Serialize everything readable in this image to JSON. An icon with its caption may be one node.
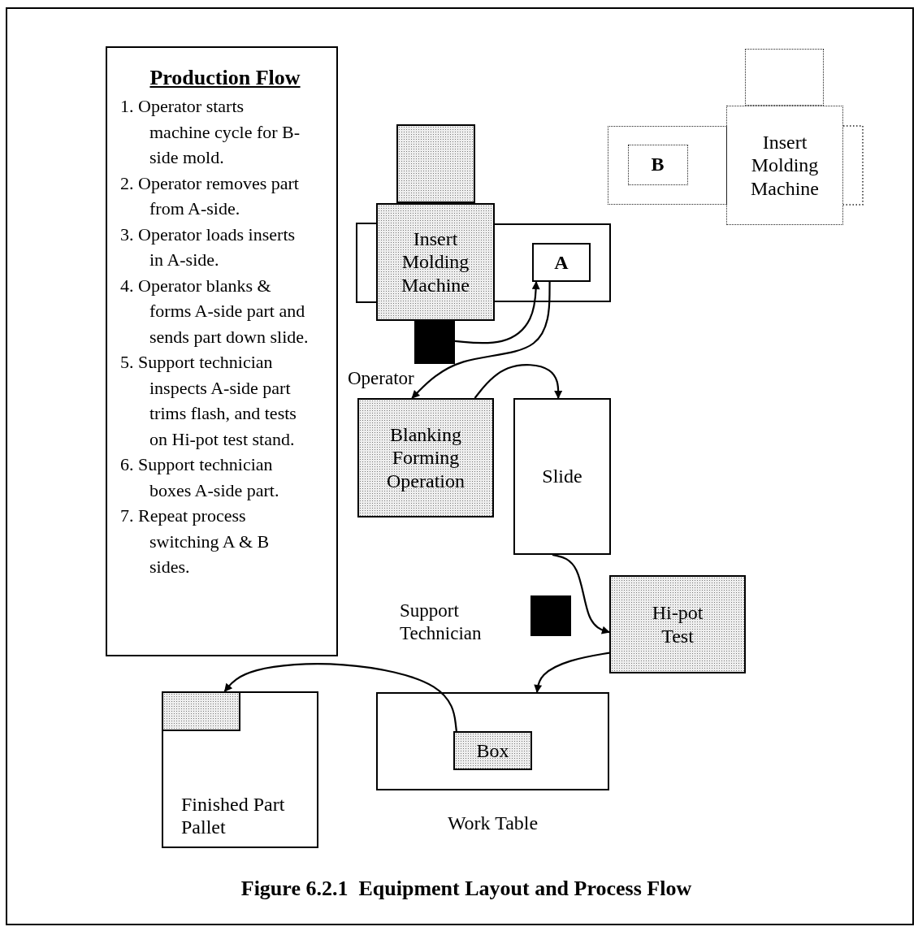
{
  "diagram": {
    "caption": "Figure 6.2.1  Equipment Layout and Process Flow",
    "nodes": [
      {
        "text": [
          "Production Flow",
          "1. Operator starts machine cycle for B-side mold.",
          "2. Operator removes part from A-side.",
          "3. Operator loads inserts in A-side.",
          "4. Operator blanks & forms A-side part and sends part down slide.",
          "5. Support technician inspects A-side part trims flash, and tests on Hi-pot test stand.",
          "6. Support technician boxes A-side part.",
          "7. Repeat process switching A & B sides."
        ]
      },
      {
        "text": [],
        "shape": "box"
      },
      {
        "text": [
          "Insert Molding Machine"
        ]
      },
      {
        "text": [],
        "shape": "box"
      },
      {
        "text": [
          "A"
        ],
        "in": 1
      },
      {
        "text": [],
        "shape": "box"
      },
      {
        "text": [
          "Blanking Forming Operation"
        ]
      },
      {
        "text": [
          "Slide"
        ]
      },
      {
        "text": [],
        "shape": "box"
      },
      {
        "text": [
          "Hi-pot Test"
        ]
      },
      {
        "text": [
          "Work Table"
        ]
      },
      {
        "text": [
          "Box"
        ],
        "in": 10
      },
      {
        "text": [
          "Finished Part Pallet"
        ]
      },
      {
        "text": [],
        "shape": "box",
        "in": 12
      },
      {
        "text": [],
        "shape": "box"
      },
      {
        "text": [],
        "shape": "box"
      },
      {
        "text": [
          "Insert Molding Machine"
        ]
      },
      {
        "text": [
          "B"
        ],
        "in": 14
      }
    ],
    "edges": [
      {
        "from": 5,
        "to": 4,
        "arrow": "to"
      },
      {
        "from": 4,
        "to": 6,
        "arrow": "to"
      },
      {
        "from": 6,
        "to": 7,
        "arrow": "to"
      },
      {
        "from": 7,
        "to": 9,
        "arrow": "to"
      },
      {
        "from": 9,
        "to": 10,
        "arrow": "to"
      },
      {
        "from": 11,
        "to": 13,
        "arrow": "to"
      }
    ],
    "labels": [
      "Operator",
      "Support Technician"
    ]
  }
}
